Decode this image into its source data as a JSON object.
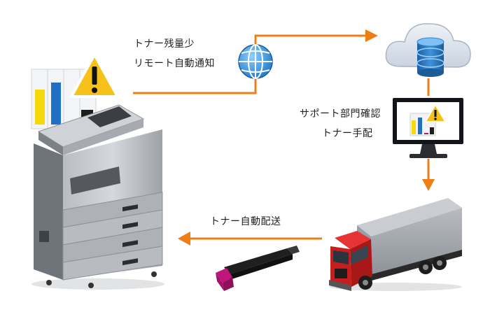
{
  "colors": {
    "arrow": "#ef7d14",
    "warning": "#f6c21a",
    "cyan": "#1f6fc4",
    "yellow": "#f5d90a",
    "magenta": "#c0157a",
    "truck_cab": "#c81d1d",
    "cloud": "#d9e0ea",
    "database": "#2f7fc6"
  },
  "labels": {
    "toner_low": "トナー残量少",
    "auto_notify": "リモート自動通知",
    "support_check": "サポート部門確認",
    "toner_arrange": "トナー手配",
    "auto_delivery": "トナー自動配送"
  },
  "icons": [
    "warning-icon",
    "globe-icon",
    "cloud-icon",
    "database-icon",
    "monitor-icon",
    "truck-icon",
    "toner-cartridge-icon",
    "printer-icon"
  ]
}
